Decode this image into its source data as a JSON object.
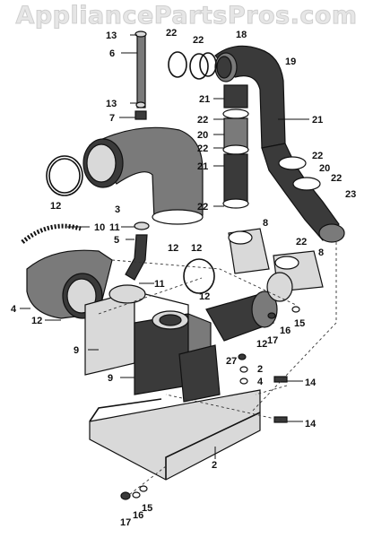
{
  "watermark": "AppliancePartsPros.com",
  "callouts": [
    {
      "id": "c13a",
      "text": "13"
    },
    {
      "id": "c22a",
      "text": "22"
    },
    {
      "id": "c22b",
      "text": "22"
    },
    {
      "id": "c18",
      "text": "18"
    },
    {
      "id": "c6",
      "text": "6"
    },
    {
      "id": "c19",
      "text": "19"
    },
    {
      "id": "c21a",
      "text": "21"
    },
    {
      "id": "c13b",
      "text": "13"
    },
    {
      "id": "c7",
      "text": "7"
    },
    {
      "id": "c22c",
      "text": "22"
    },
    {
      "id": "c21b",
      "text": "21"
    },
    {
      "id": "c20a",
      "text": "20"
    },
    {
      "id": "c22d",
      "text": "22"
    },
    {
      "id": "c22e",
      "text": "22"
    },
    {
      "id": "c21c",
      "text": "21"
    },
    {
      "id": "c20b",
      "text": "20"
    },
    {
      "id": "c22f",
      "text": "22"
    },
    {
      "id": "c23",
      "text": "23"
    },
    {
      "id": "c12a",
      "text": "12"
    },
    {
      "id": "c3",
      "text": "3"
    },
    {
      "id": "c22g",
      "text": "22"
    },
    {
      "id": "c10",
      "text": "10"
    },
    {
      "id": "c11a",
      "text": "11"
    },
    {
      "id": "c5",
      "text": "5"
    },
    {
      "id": "c8a",
      "text": "8"
    },
    {
      "id": "c12b",
      "text": "12"
    },
    {
      "id": "c22h",
      "text": "22"
    },
    {
      "id": "c8b",
      "text": "8"
    },
    {
      "id": "c12c",
      "text": "12"
    },
    {
      "id": "c11b",
      "text": "11"
    },
    {
      "id": "c4a",
      "text": "4"
    },
    {
      "id": "c12d",
      "text": "12"
    },
    {
      "id": "c12e",
      "text": "12"
    },
    {
      "id": "c15a",
      "text": "15"
    },
    {
      "id": "c16a",
      "text": "16"
    },
    {
      "id": "c9a",
      "text": "9"
    },
    {
      "id": "c12f",
      "text": "12"
    },
    {
      "id": "c17a",
      "text": "17"
    },
    {
      "id": "c27",
      "text": "27"
    },
    {
      "id": "c2a",
      "text": "2"
    },
    {
      "id": "c9b",
      "text": "9"
    },
    {
      "id": "c4b",
      "text": "4"
    },
    {
      "id": "c14a",
      "text": "14"
    },
    {
      "id": "c14b",
      "text": "14"
    },
    {
      "id": "c2b",
      "text": "2"
    },
    {
      "id": "c15b",
      "text": "15"
    },
    {
      "id": "c16b",
      "text": "16"
    },
    {
      "id": "c17b",
      "text": "17"
    }
  ]
}
